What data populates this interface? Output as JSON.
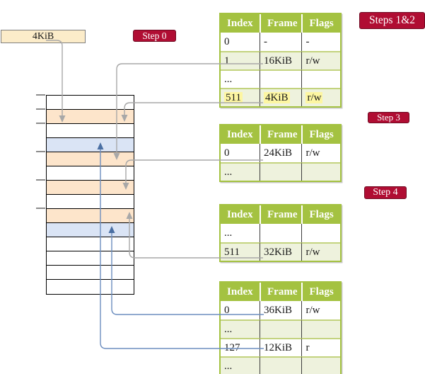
{
  "frame_label": {
    "text": "4KiB"
  },
  "badges": {
    "step0": "Step 0",
    "steps12": "Steps 1&2",
    "step3": "Step 3",
    "step4": "Step 4"
  },
  "tables": {
    "headers": [
      "Index",
      "Frame",
      "Flags"
    ],
    "t1": {
      "rows": [
        [
          "0",
          "-",
          "-"
        ],
        [
          "1",
          "16KiB",
          "r/w"
        ],
        [
          "...",
          "",
          ""
        ],
        [
          "511",
          "4KiB",
          "r/w"
        ]
      ]
    },
    "t2": {
      "rows": [
        [
          "0",
          "24KiB",
          "r/w"
        ],
        [
          "...",
          "",
          ""
        ]
      ]
    },
    "t3": {
      "rows": [
        [
          "...",
          "",
          ""
        ],
        [
          "511",
          "32KiB",
          "r/w"
        ]
      ]
    },
    "t4": {
      "rows": [
        [
          "0",
          "36KiB",
          "r/w"
        ],
        [
          "...",
          "",
          ""
        ],
        [
          "127",
          "12KiB",
          "r"
        ],
        [
          "...",
          "",
          ""
        ]
      ]
    }
  },
  "memory": {
    "rows": [
      "white",
      "orange",
      "white",
      "blue",
      "orange",
      "white",
      "orange",
      "white",
      "orange",
      "blue",
      "white",
      "white",
      "white",
      "white"
    ]
  },
  "colors": {
    "table_header_green": "#a4c241",
    "table_shade_green": "#eef2dd",
    "row_separator_green": "#c3d37e",
    "badge_red": "#b00d33",
    "memory_orange": "#fde5cb",
    "memory_blue": "#dae4f5",
    "highlight_yellow": "#fdf6a2",
    "frame_label_cream": "#fcecc9",
    "connector_gray": "#a8a8a8",
    "connector_blue": "#6d8ebf"
  }
}
